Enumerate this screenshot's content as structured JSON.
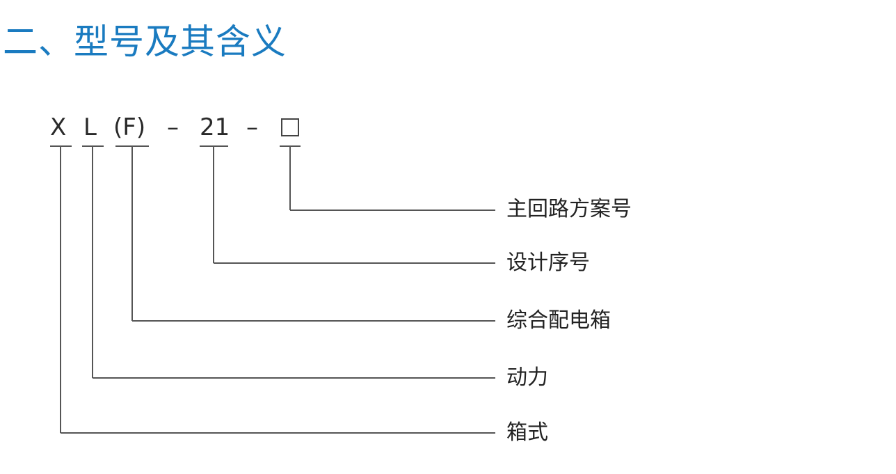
{
  "heading": "二、型号及其含义",
  "model_code": {
    "parts": [
      "X",
      "L",
      "(F)",
      "–",
      "21",
      "–",
      "□"
    ]
  },
  "meanings": [
    "主回路方案号",
    "设计序号",
    "综合配电箱",
    "动力",
    "箱式"
  ]
}
